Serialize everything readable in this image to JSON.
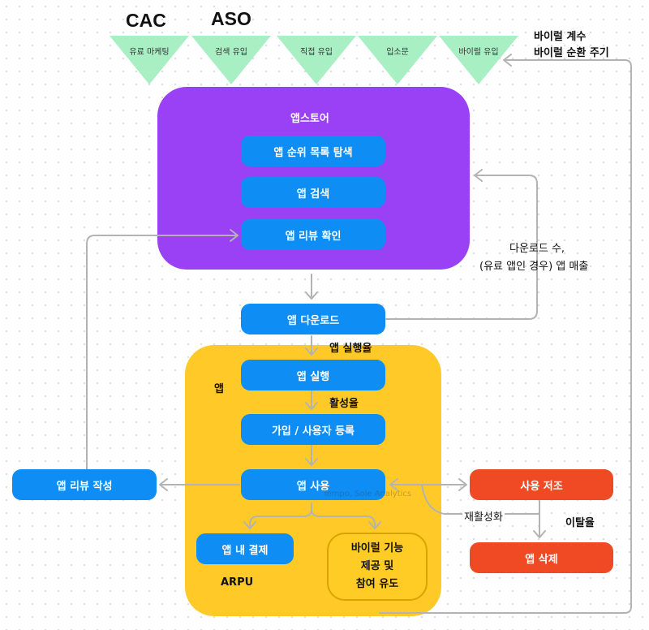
{
  "headings": {
    "cac": "CAC",
    "aso": "ASO"
  },
  "funnel": [
    "유료 마케팅",
    "검색 유입",
    "직접 유입",
    "입소문",
    "바이럴 유입"
  ],
  "viral_labels": {
    "line1": "바이럴 계수",
    "line2": "바이럴 순환 주기"
  },
  "appstore": {
    "title": "앱스토어",
    "items": [
      "앱 순위 목록 탐색",
      "앱 검색",
      "앱 리뷰 확인"
    ]
  },
  "download_label": "앱 다운로드",
  "download_note": {
    "line1": "다운로드 수,",
    "line2": "(유료 앱인 경우) 앱 매출"
  },
  "app": {
    "title": "앱",
    "run": "앱 실행",
    "signup": "가입 / 사용자 등록",
    "use": "앱 사용",
    "iap": "앱 내 결제",
    "viral_feature": [
      "바이럴 기능",
      "제공 및",
      "참여 유도"
    ],
    "arpu": "ARPU"
  },
  "metrics": {
    "run_rate": "앱 실행율",
    "activation_rate": "활성율",
    "churn_rate": "이탈율"
  },
  "review_write": "앱 리뷰 작성",
  "usage_decline": "사용 저조",
  "reactivation": "재활성화",
  "delete": "앱 삭제",
  "watermark": "Tempo, Sole Analytics",
  "colors": {
    "purple": "#9a41f5",
    "yellow": "#ffca28",
    "blue": "#0e8ef5",
    "red": "#f04a24",
    "green": "#a8efc3",
    "gray_arrow": "#b3b3b3"
  }
}
